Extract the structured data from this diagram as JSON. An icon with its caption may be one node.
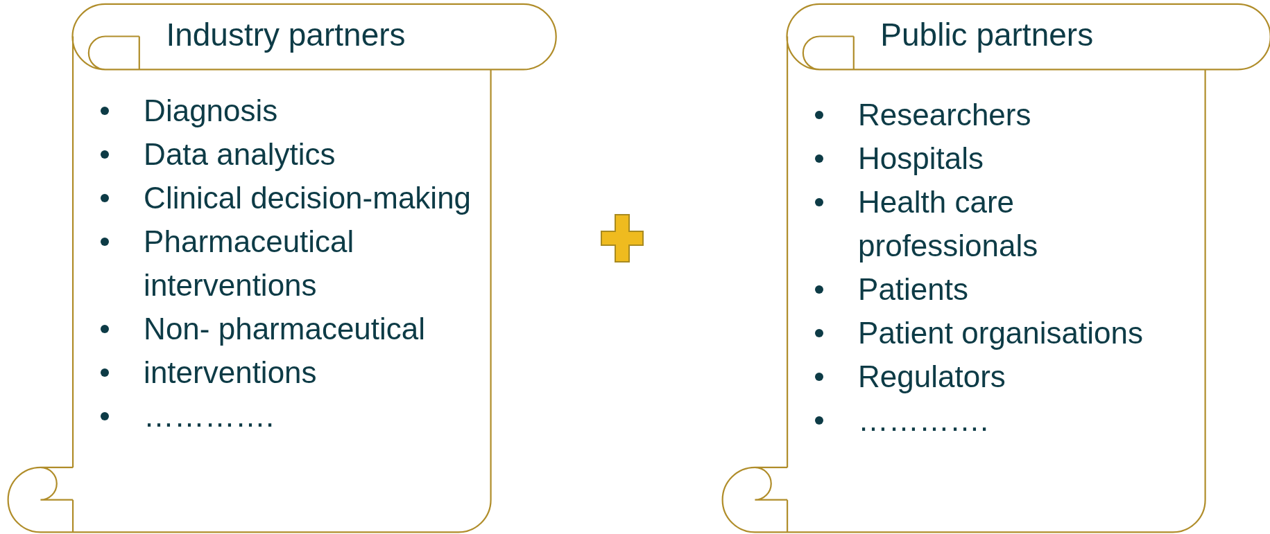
{
  "diagram": {
    "nodes": [
      {
        "text": [
          "Industry partners",
          "Diagnosis",
          "Data analytics",
          "Clinical decision-making",
          "Pharmaceutical interventions",
          "Non- pharmaceutical",
          "interventions",
          "…………."
        ]
      },
      {
        "text": [
          "Public partners",
          "Researchers",
          "Hospitals",
          "Health care professionals",
          "Patients",
          "Patient organisations",
          "Regulators",
          "…………."
        ]
      }
    ]
  }
}
